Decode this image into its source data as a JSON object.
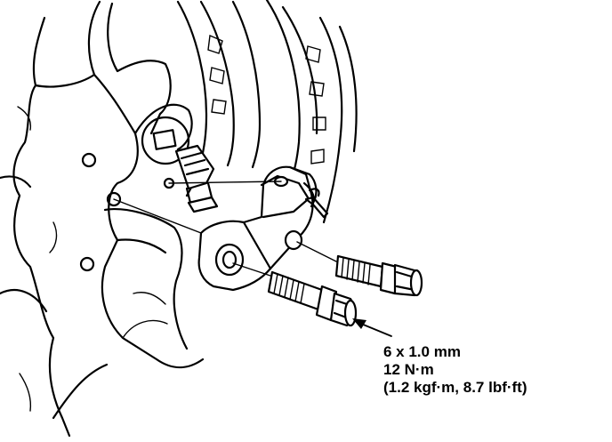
{
  "callout": {
    "size": "6 x 1.0 mm",
    "torque_nm": "12 N·m",
    "torque_alt": "(1.2 kgf·m, 8.7 lbf·ft)"
  },
  "colors": {
    "line": "#000000",
    "background": "#ffffff"
  }
}
